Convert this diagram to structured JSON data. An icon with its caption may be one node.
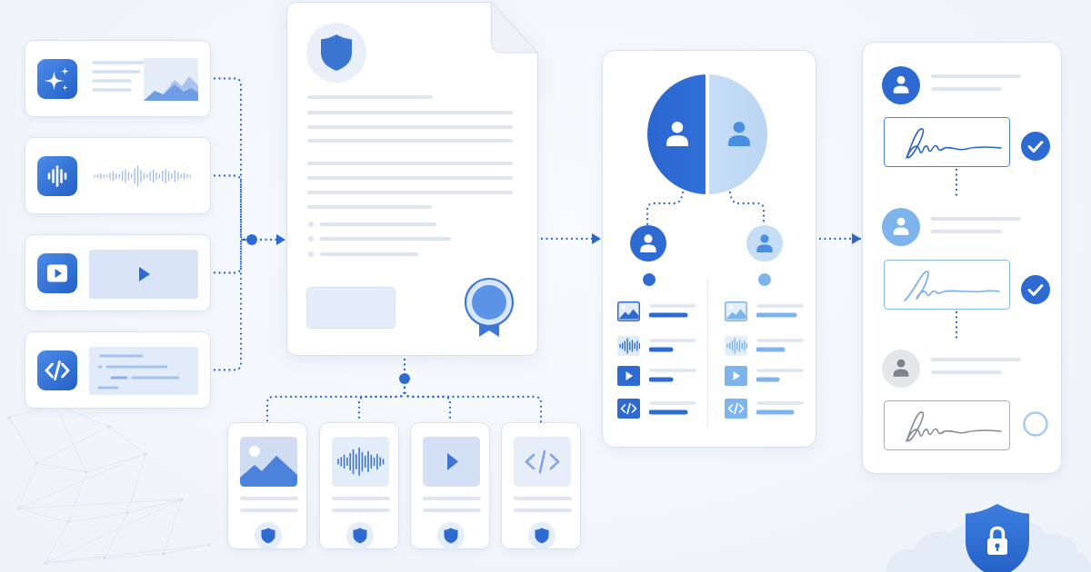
{
  "diagram": {
    "nodes": [
      {
        "text": [],
        "shape": "box"
      },
      {
        "text": [],
        "shape": "box"
      },
      {
        "text": [],
        "shape": "box"
      },
      {
        "text": [],
        "shape": "box"
      },
      {
        "text": [],
        "shape": "circle"
      },
      {
        "text": [],
        "shape": "document"
      },
      {
        "text": [],
        "shape": "circle"
      },
      {
        "text": [],
        "shape": "box"
      },
      {
        "text": [],
        "shape": "box"
      },
      {
        "text": [],
        "shape": "box"
      },
      {
        "text": [],
        "shape": "box"
      },
      {
        "text": [],
        "shape": "box"
      },
      {
        "text": [],
        "shape": "circle",
        "in": 11
      },
      {
        "text": [],
        "shape": "circle",
        "in": 11
      },
      {
        "text": [],
        "shape": "circle",
        "in": 11
      },
      {
        "text": [],
        "shape": "box"
      },
      {
        "text": [],
        "shape": "box",
        "in": 15
      },
      {
        "text": [],
        "shape": "box",
        "in": 15
      },
      {
        "text": [],
        "shape": "box",
        "in": 15
      }
    ],
    "edges": [
      {
        "from": 0,
        "to": 4,
        "arrow": "none",
        "style": "dashed"
      },
      {
        "from": 1,
        "to": 4,
        "arrow": "none",
        "style": "dashed"
      },
      {
        "from": 2,
        "to": 4,
        "arrow": "none",
        "style": "dashed"
      },
      {
        "from": 3,
        "to": 4,
        "arrow": "none",
        "style": "dashed"
      },
      {
        "from": 4,
        "to": 5,
        "arrow": "to",
        "style": "dashed"
      },
      {
        "from": 5,
        "to": 6,
        "arrow": "none",
        "style": "dashed"
      },
      {
        "from": 6,
        "to": 7,
        "arrow": "none",
        "style": "dashed"
      },
      {
        "from": 6,
        "to": 8,
        "arrow": "none",
        "style": "dashed"
      },
      {
        "from": 6,
        "to": 9,
        "arrow": "none",
        "style": "dashed"
      },
      {
        "from": 6,
        "to": 10,
        "arrow": "none",
        "style": "dashed"
      },
      {
        "from": 5,
        "to": 11,
        "arrow": "to",
        "style": "dashed"
      },
      {
        "from": 11,
        "to": 15,
        "arrow": "to",
        "style": "dashed"
      },
      {
        "from": 12,
        "to": 13,
        "arrow": "none",
        "style": "dashed"
      },
      {
        "from": 12,
        "to": 14,
        "arrow": "none",
        "style": "dashed"
      },
      {
        "from": 16,
        "to": null,
        "arrow": "none",
        "style": "dashed"
      },
      {
        "from": 17,
        "to": null,
        "arrow": "none",
        "style": "dashed"
      }
    ]
  }
}
